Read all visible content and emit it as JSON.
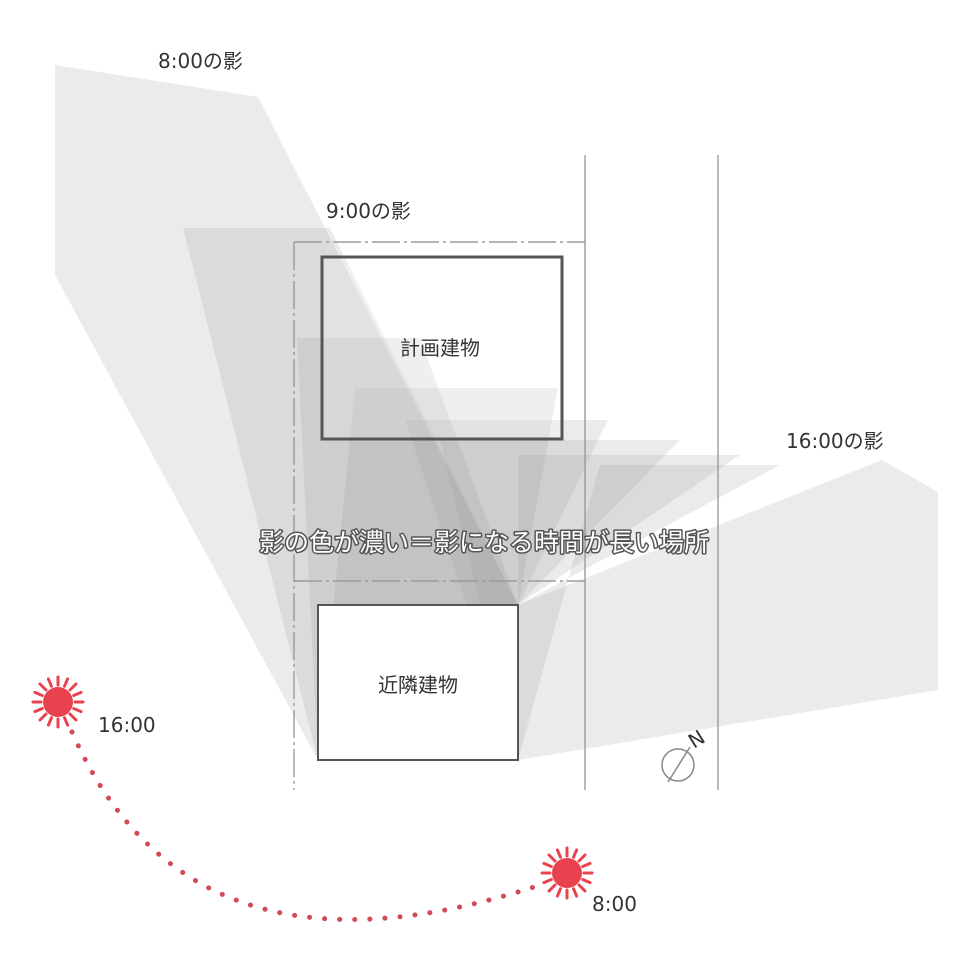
{
  "labels": {
    "shadow_8": "8:00の影",
    "shadow_9": "9:00の影",
    "shadow_16": "16:00の影",
    "planned_building": "計画建物",
    "neighbor_building": "近隣建物",
    "headline": "影の色が濃い＝影になる時間が長い場所",
    "sun_16": "16:00",
    "sun_8": "8:00",
    "north": "N"
  },
  "colors": {
    "shadow": "#9a9a9a",
    "sun": "#e8424f",
    "building_stroke": "#555555",
    "line": "#999999"
  },
  "icons": {
    "sun": "sun-icon",
    "north": "compass-icon"
  }
}
